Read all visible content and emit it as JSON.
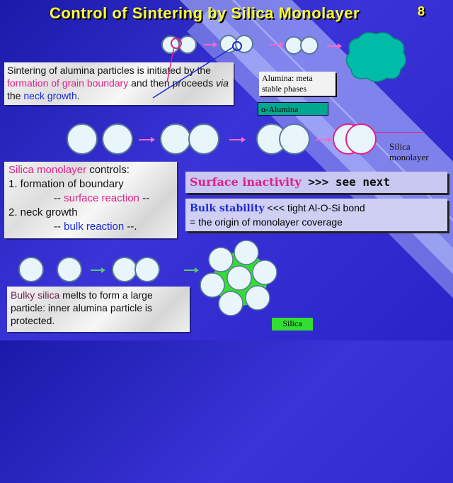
{
  "title": "Control of Sintering by Silica Monolayer",
  "page_number": "8",
  "intro": {
    "p1": "Sintering of alumina particles is initiated by the ",
    "h1": "formation of grain boundary",
    "p2": " and then proceeds ",
    "via": "via",
    "p3": " the ",
    "h2": "neck growth",
    "p4": "."
  },
  "alumina_meta": "Alumina: meta stable phases",
  "alpha_alumina": "α-Alumina",
  "silica_monolayer_label": "Silica monolayer",
  "controls": {
    "h1": "Silica monolayer",
    "t1": " controls:",
    "l1": "1. formation of boundary",
    "l2a": "-- ",
    "l2b": "surface reaction",
    "l2c": " --",
    "l3": "2. neck growth",
    "l4a": "-- ",
    "l4b": "bulk reaction",
    "l4c": " --."
  },
  "surface": {
    "a": "Surface inactivity",
    "b": " >>> see next"
  },
  "bulk": {
    "a": "Bulk stability",
    "b": " <<< tight Al-O-Si bond",
    "c": "= the origin of monolayer coverage"
  },
  "bulky": {
    "h": "Bulky silica",
    "t": " melts to form a large particle: inner alumina particle is protected."
  },
  "silica_label": "Silica",
  "colors": {
    "title": "#ffff33",
    "pink": "#e0208a",
    "blue": "#1a2ad8",
    "teal": "#00bba8",
    "green": "#33dd33"
  }
}
